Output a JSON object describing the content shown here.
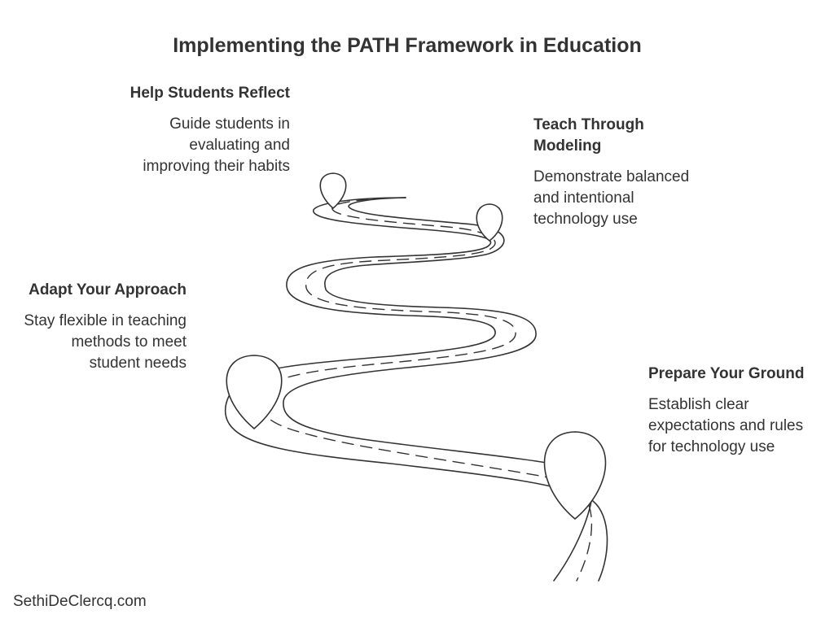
{
  "title": "Implementing the PATH Framework in Education",
  "steps": [
    {
      "heading": "Help Students Reflect",
      "description": "Guide students in evaluating and improving their habits"
    },
    {
      "heading": "Teach Through Modeling",
      "description": "Demonstrate balanced and intentional technology use"
    },
    {
      "heading": "Adapt Your Approach",
      "description": "Stay flexible in teaching methods to meet student needs"
    },
    {
      "heading": "Prepare Your Ground",
      "description": "Establish clear expectations and rules for technology use"
    }
  ],
  "footer": "SethiDeClercq.com",
  "colors": {
    "text": "#333333",
    "stroke": "#333333",
    "background": "#ffffff"
  }
}
